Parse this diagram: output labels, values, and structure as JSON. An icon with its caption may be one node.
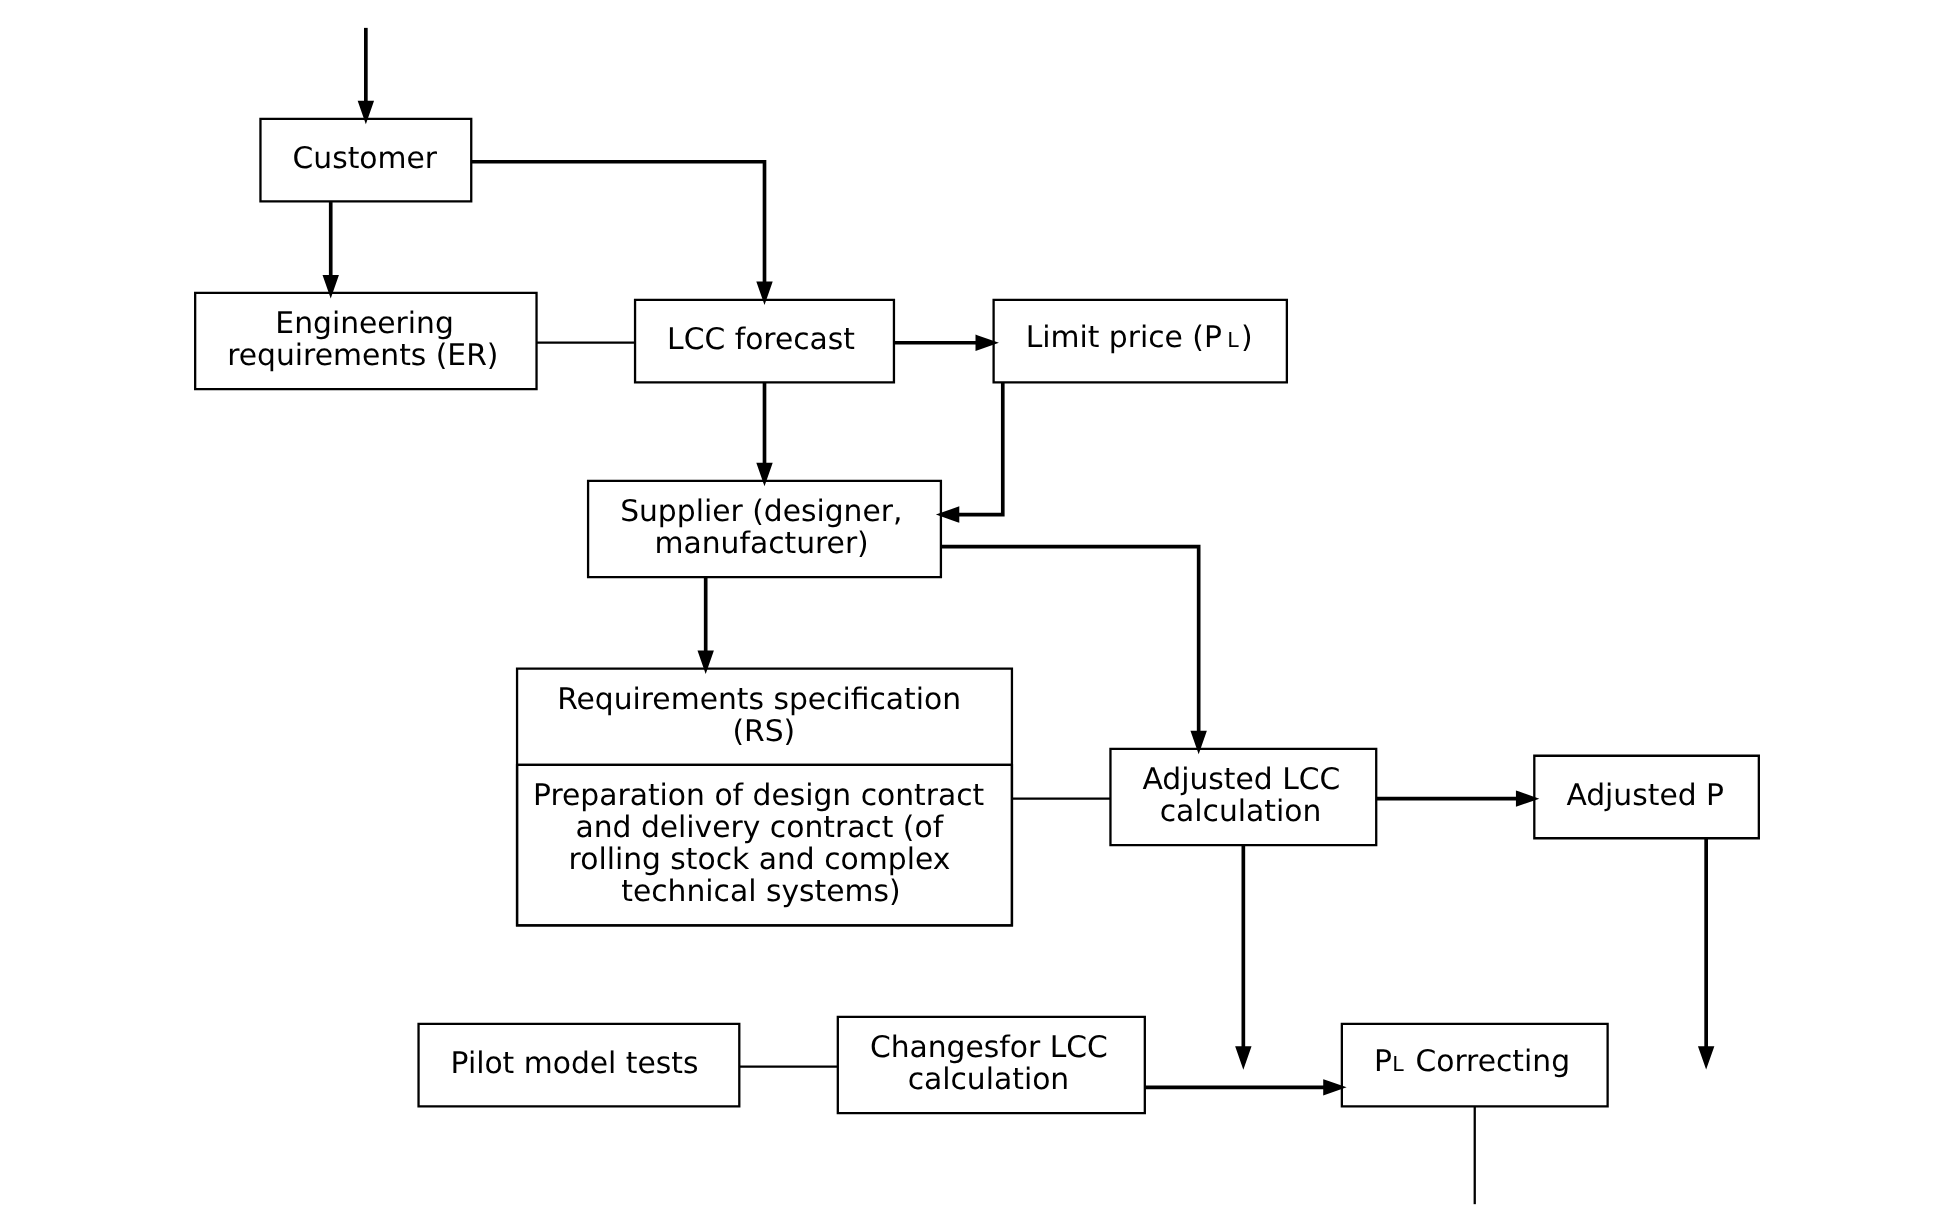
{
  "diagram": {
    "nodes": [
      {
        "text": [
          "Customer"
        ]
      },
      {
        "text": [
          "Engineering requirements (ER)"
        ]
      },
      {
        "text": [
          "LCC forecast"
        ]
      },
      {
        "text": [
          "Limit price (P$_{L}$)"
        ]
      },
      {
        "text": [
          "Supplier (designer, manufacturer)"
        ]
      },
      {
        "text": [
          "Requirements specification (RS)",
          "Preparation of design contract and delivery contract (of rolling stock and complex technical systems)"
        ]
      },
      {
        "text": [
          "Adjusted LCC calculation"
        ]
      },
      {
        "text": [
          "Adjusted P"
        ]
      },
      {
        "text": [
          "Pilot model tests"
        ]
      },
      {
        "text": [
          "Changesfor LCC calculation"
        ]
      },
      {
        "text": [
          "P$_{L}$ Correcting"
        ]
      }
    ],
    "edges": [
      {
        "from": 0,
        "to": 1,
        "arrow": "to"
      },
      {
        "from": 0,
        "to": 2,
        "arrow": "to"
      },
      {
        "from": 1,
        "to": 2,
        "arrow": "none"
      },
      {
        "from": 2,
        "to": 3,
        "arrow": "to"
      },
      {
        "from": 2,
        "to": 4,
        "arrow": "to"
      },
      {
        "from": 3,
        "to": 4,
        "arrow": "to"
      },
      {
        "from": 4,
        "to": 5,
        "arrow": "to"
      },
      {
        "from": 4,
        "to": 6,
        "arrow": "to"
      },
      {
        "from": 5,
        "to": 6,
        "arrow": "none"
      },
      {
        "from": 6,
        "to": 7,
        "arrow": "to"
      },
      {
        "from": 6,
        "to": null,
        "arrow": "to"
      },
      {
        "from": 7,
        "to": null,
        "arrow": "to"
      },
      {
        "from": 8,
        "to": 9,
        "arrow": "none"
      },
      {
        "from": 9,
        "to": 10,
        "arrow": "to"
      },
      {
        "from": 10,
        "to": null,
        "arrow": "none"
      },
      {
        "from": null,
        "to": 0,
        "arrow": "to"
      }
    ]
  }
}
